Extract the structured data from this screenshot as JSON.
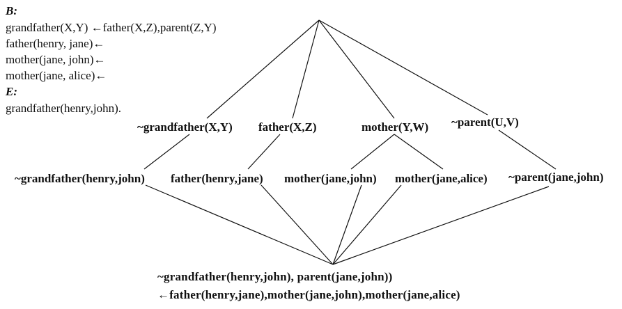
{
  "program": {
    "b_label": "B:",
    "clauses": [
      "grandfather(X,Y) ←father(X,Z),parent(Z,Y)",
      "father(henry, jane)←",
      "mother(jane, john)←",
      "mother(jane, alice)←"
    ],
    "e_label": "E:",
    "examples": [
      "grandfather(henry,john)."
    ]
  },
  "lattice": {
    "level1": [
      "~grandfather(X,Y)",
      "father(X,Z)",
      "mother(Y,W)",
      "~parent(U,V)"
    ],
    "level2": [
      "~grandfather(henry,john)",
      "father(henry,jane)",
      "mother(jane,john)",
      "mother(jane,alice)",
      "~parent(jane,john)"
    ],
    "bottom": [
      "~grandfather(henry,john),  parent(jane,john))",
      "←father(henry,jane),mother(jane,john),mother(jane,alice)"
    ]
  },
  "colors": {
    "line": "#111111",
    "text": "#111111"
  }
}
